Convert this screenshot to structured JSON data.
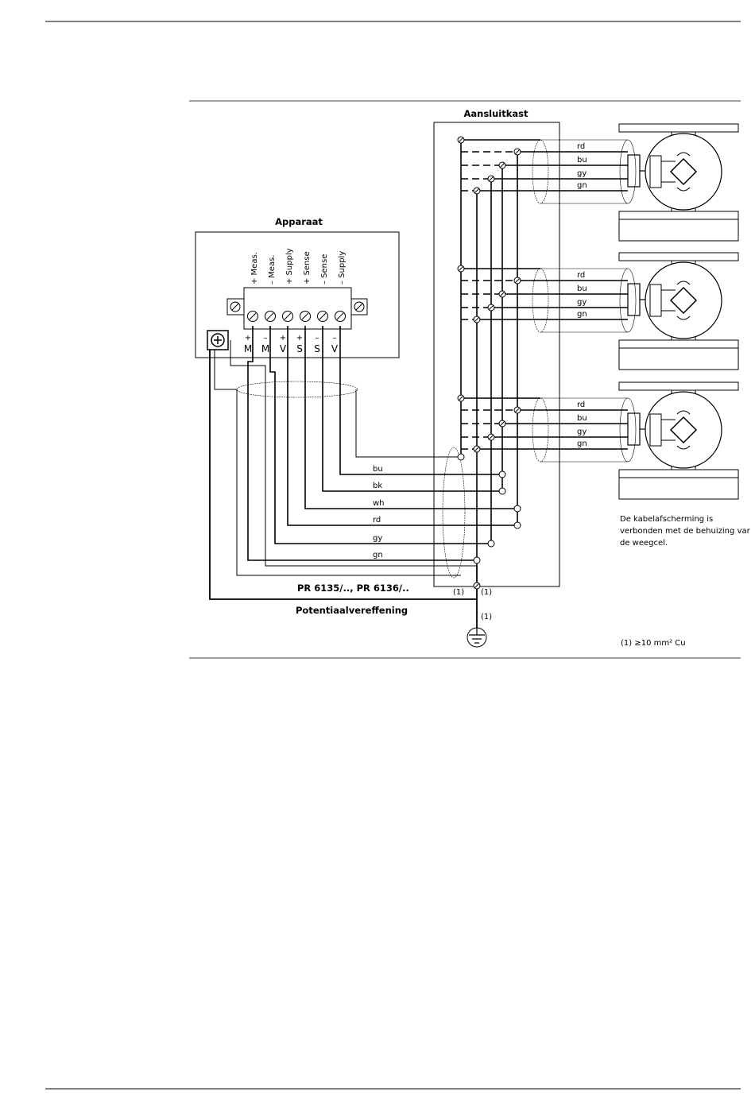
{
  "titles": {
    "junction_box": "Aansluitkast",
    "instrument": "Apparaat",
    "cable_type": "PR 6135/.., PR 6136/..",
    "equipotential": "Potentiaalvereffening"
  },
  "terminal_labels": [
    "+ Meas.",
    "– Meas.",
    "+ Supply",
    "+ Sense",
    "– Sense",
    "– Supply"
  ],
  "terminal_signs": [
    "+",
    "–",
    "+",
    "+",
    "–",
    "–"
  ],
  "terminal_codes": [
    "M",
    "M",
    "V",
    "S",
    "S",
    "V"
  ],
  "cable_wires": [
    "bu",
    "bk",
    "wh",
    "rd",
    "gy",
    "gn"
  ],
  "loadcell_wires": [
    "rd",
    "bu",
    "gy",
    "gn"
  ],
  "ground_marks": [
    "(1)",
    "(1)",
    "(1)"
  ],
  "note_shield": [
    "De kabelafscherming is",
    "verbonden met de behuizing var",
    "de weegcel."
  ],
  "footnote": "(1) ≥10 mm² Cu"
}
